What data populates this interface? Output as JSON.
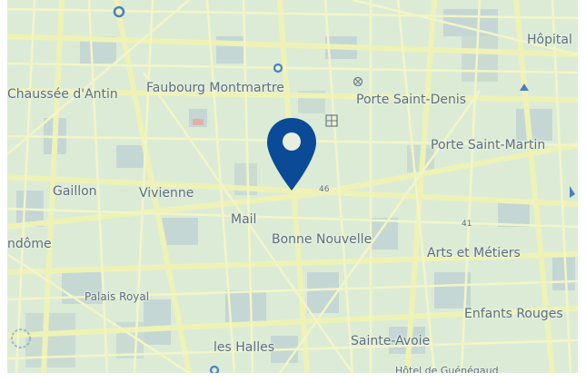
{
  "map": {
    "labels": {
      "chaussee_dantin": "Chaussée d'Antin",
      "faubourg_montmartre": "Faubourg Montmartre",
      "porte_saint_denis": "Porte Saint-Denis",
      "hopital": "Hôpital",
      "porte_saint_martin": "Porte Saint-Martin",
      "gaillon": "Gaillon",
      "vivienne": "Vivienne",
      "mail": "Mail",
      "vendome": "ndôme",
      "bonne_nouvelle": "Bonne Nouvelle",
      "arts_et_metiers": "Arts et Métiers",
      "palais_royal": "Palais Royal",
      "enfants_rouges": "Enfants Rouges",
      "les_halles": "les Halles",
      "sainte_avoie": "Sainte-Avoie",
      "hotel_de_guenegaud": "Hôtel de Guénégaud"
    },
    "road_numbers": {
      "r46": "46",
      "r41": "41"
    },
    "colors": {
      "land": "#dcebd6",
      "roads": "#eef2b6",
      "blocks": "#a9bfcc",
      "marker": "#0a4a97",
      "poi": "#4a7fc4"
    },
    "marker_icon": "location-pin-icon"
  }
}
